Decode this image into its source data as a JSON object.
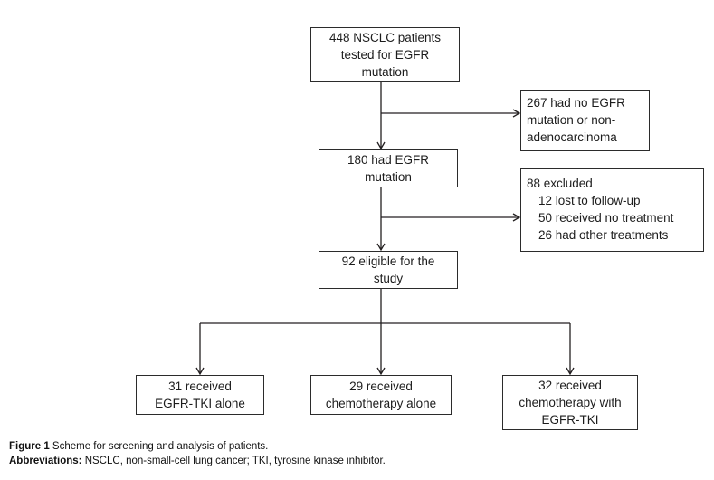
{
  "figure": {
    "boxes": {
      "b448": {
        "lines": [
          "448 NSCLC patients",
          "tested for EGFR",
          "mutation"
        ]
      },
      "b267": {
        "lines": [
          "267 had no EGFR",
          "mutation or non-",
          "adenocarcinoma"
        ]
      },
      "b180": {
        "lines": [
          "180 had EGFR",
          "mutation"
        ]
      },
      "b88": {
        "lines": [
          "88 excluded",
          "12 lost to follow-up",
          "50 received no treatment",
          "26 had other treatments"
        ]
      },
      "b92": {
        "lines": [
          "92 eligible for the",
          "study"
        ]
      },
      "b31": {
        "lines": [
          "31 received",
          "EGFR-TKI alone"
        ]
      },
      "b29": {
        "lines": [
          "29 received",
          "chemotherapy alone"
        ]
      },
      "b32": {
        "lines": [
          "32 received",
          "chemotherapy with",
          "EGFR-TKI"
        ]
      }
    },
    "caption": {
      "figure_label": "Figure 1",
      "figure_text": " Scheme for screening and analysis of patients.",
      "abbr_label": "Abbreviations:",
      "abbr_text": " NSCLC, non-small-cell lung cancer; TKI, tyrosine kinase inhibitor."
    },
    "colors": {
      "line": "#231f20",
      "border": "#2b2b2b",
      "text": "#1c1c1c",
      "background": "#ffffff"
    }
  }
}
